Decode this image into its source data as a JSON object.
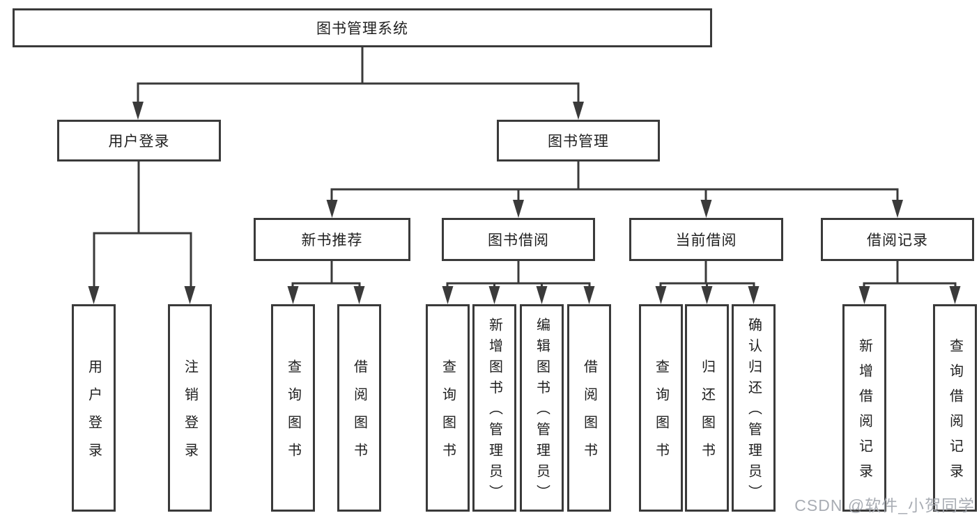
{
  "diagram": {
    "colors": {
      "line": "#3a3a3a",
      "box_border": "#3a3a3a",
      "text": "#1f1f1f",
      "watermark": "#a4a9b0",
      "background": "#ffffff"
    },
    "watermark": "CSDN @软件_小贺同学",
    "nodes": {
      "root": {
        "label": "图书管理系统"
      },
      "user_login": {
        "label": "用户登录"
      },
      "book_mgmt": {
        "label": "图书管理"
      },
      "new_book_rec": {
        "label": "新书推荐"
      },
      "book_borrow": {
        "label": "图书借阅"
      },
      "current_borrow": {
        "label": "当前借阅"
      },
      "borrow_records": {
        "label": "借阅记录"
      },
      "leaf_user_login": {
        "label": "用户登录"
      },
      "leaf_logout": {
        "label": "注销登录"
      },
      "leaf_query_book_rec": {
        "label": "查询图书"
      },
      "leaf_borrow_book_rec": {
        "label": "借阅图书"
      },
      "leaf_query_book_borrow": {
        "label": "查询图书"
      },
      "leaf_add_book_admin": {
        "label": "新增图书（管理员）"
      },
      "leaf_edit_book_admin": {
        "label": "编辑图书（管理员）"
      },
      "leaf_borrow_book_borrow": {
        "label": "借阅图书"
      },
      "leaf_query_book_current": {
        "label": "查询图书"
      },
      "leaf_return_book": {
        "label": "归还图书"
      },
      "leaf_confirm_return_admin": {
        "label": "确认归还（管理员）"
      },
      "leaf_add_borrow_record": {
        "label": "新增借阅记录"
      },
      "leaf_query_borrow_record": {
        "label": "查询借阅记录"
      }
    }
  }
}
